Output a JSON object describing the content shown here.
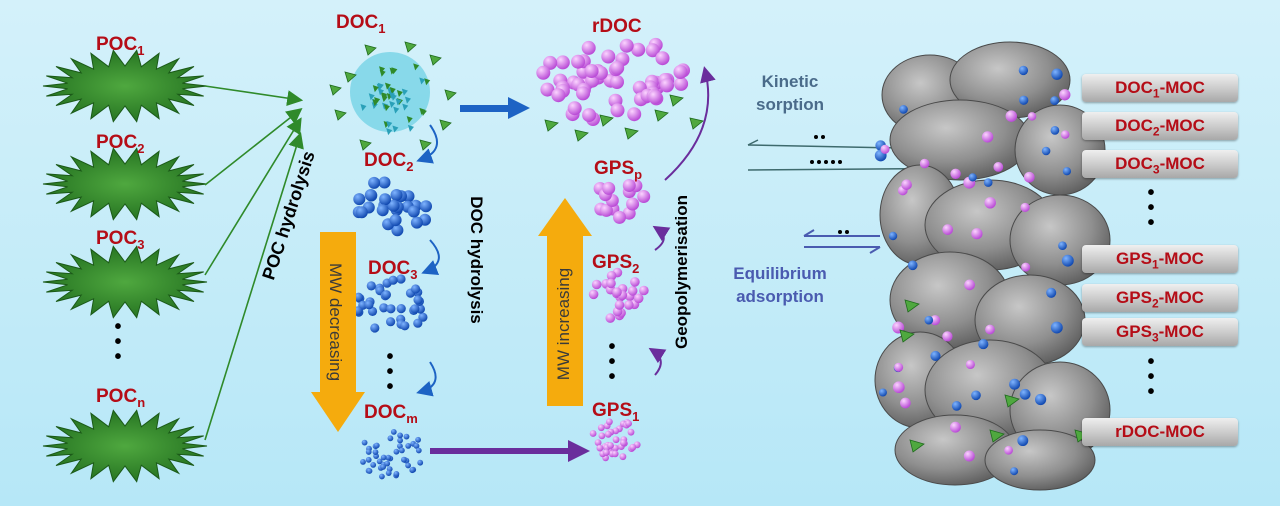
{
  "poc": {
    "p1": {
      "base": "POC",
      "sub": "1"
    },
    "p2": {
      "base": "POC",
      "sub": "2"
    },
    "p3": {
      "base": "POC",
      "sub": "3"
    },
    "pn": {
      "base": "POC",
      "sub": "n"
    }
  },
  "doc": {
    "d1": {
      "base": "DOC",
      "sub": "1"
    },
    "d2": {
      "base": "DOC",
      "sub": "2"
    },
    "d3": {
      "base": "DOC",
      "sub": "3"
    },
    "dm": {
      "base": "DOC",
      "sub": "m"
    }
  },
  "rdoc": "rDOC",
  "gps": {
    "gp": {
      "base": "GPS",
      "sub": "p"
    },
    "g2": {
      "base": "GPS",
      "sub": "2"
    },
    "g1": {
      "base": "GPS",
      "sub": "1"
    }
  },
  "process_labels": {
    "poc_hydrolysis": "POC hydrolysis",
    "doc_hydrolysis": "DOC hydrolysis",
    "geopolymerisation": "Geopolymerisation",
    "mw_decreasing": "MW decreasing",
    "mw_increasing": "MW increasing"
  },
  "sorption": {
    "kinetic": [
      "Kinetic",
      "sorption"
    ],
    "equilibrium": [
      "Equilibrium",
      "adsorption"
    ]
  },
  "moc": {
    "t1": {
      "base": "DOC",
      "sub": "1",
      "suffix": "-MOC"
    },
    "t2": {
      "base": "DOC",
      "sub": "2",
      "suffix": "-MOC"
    },
    "t3": {
      "base": "DOC",
      "sub": "3",
      "suffix": "-MOC"
    },
    "t4": {
      "base": "GPS",
      "sub": "1",
      "suffix": "-MOC"
    },
    "t5": {
      "base": "GPS",
      "sub": "2",
      "suffix": "-MOC"
    },
    "t6": {
      "base": "GPS",
      "sub": "3",
      "suffix": "-MOC"
    },
    "t7": {
      "base": "rDOC-MOC",
      "sub": "",
      "suffix": ""
    }
  },
  "colors": {
    "label_red": "#b50d17",
    "poc_green": "#2f8a2a",
    "doc_blue": "#1f63c7",
    "gps_purple": "#cf68e6",
    "flow_blue": "#1d63c4",
    "flow_purple": "#6a2d9c",
    "mw_orange": "#f5ab0d",
    "rock_grey": "#8a8a8a",
    "text_steel": "#4a6b8a"
  }
}
